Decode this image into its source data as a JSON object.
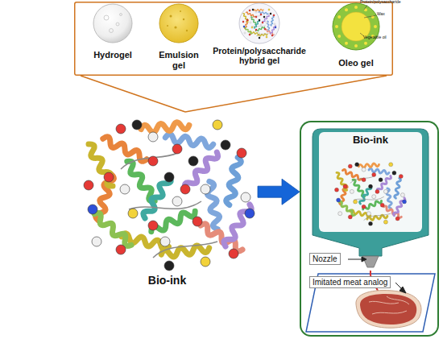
{
  "diagram": {
    "nodes": [
      {
        "text": []
      },
      {
        "text": [
          "Hydrogel"
        ],
        "in": 0
      },
      {
        "text": [
          "Emulsion gel"
        ],
        "in": 0
      },
      {
        "text": [
          "Protein/polysaccharide hybrid gel"
        ],
        "in": 0
      },
      {
        "text": [
          "Oleo gel"
        ],
        "in": 0
      },
      {
        "text": [
          "Bio-ink"
        ]
      },
      {
        "text": []
      },
      {
        "text": [
          "Bio-ink"
        ],
        "in": 6
      }
    ],
    "edges": [
      {
        "from": 0,
        "to": 5,
        "arrow": "none"
      },
      {
        "from": 5,
        "to": 6,
        "arrow": "to"
      }
    ],
    "labels": [
      "Protein/polysaccharide",
      "Wax",
      "Vegetable oil",
      "Nozzle",
      "Imitated meat analog"
    ]
  }
}
